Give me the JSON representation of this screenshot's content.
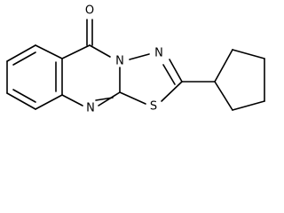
{
  "structure": {
    "atoms": {
      "O": "O",
      "N_bridge": "N",
      "N_thiadiazole": "N",
      "N_quinazoline": "N",
      "S": "S"
    }
  }
}
